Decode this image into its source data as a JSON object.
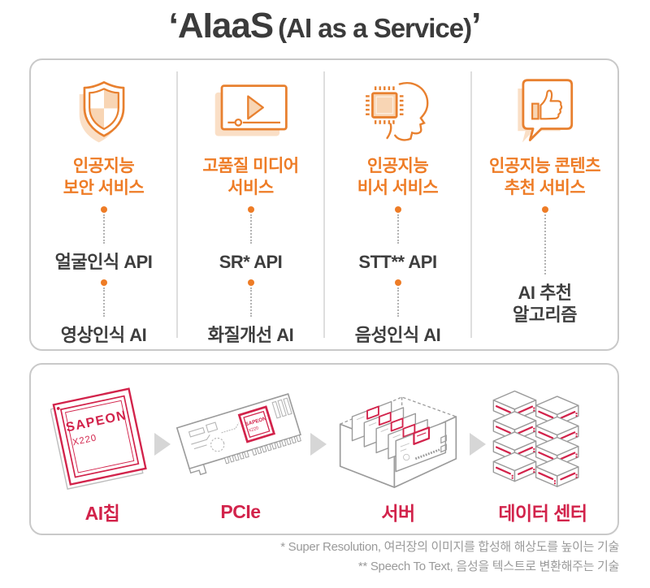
{
  "title": {
    "main": "‘AIaaS",
    "sub": "(AI as a Service)",
    "close": "’"
  },
  "colors": {
    "accent_orange": "#ee7c26",
    "light_orange_fill": "#f8d5b4",
    "shadow_orange": "#fadfc6",
    "accent_red": "#d2234b",
    "text_dark": "#3b3b3b",
    "outline_gray": "#9b9b9b",
    "muted_gray": "#9a9a9a"
  },
  "services": {
    "columns": [
      {
        "icon": "shield-icon",
        "title": "인공지능\n보안 서비스",
        "items": [
          "얼굴인식 API",
          "영상인식 AI"
        ]
      },
      {
        "icon": "video-player-icon",
        "title": "고품질 미디어\n서비스",
        "items": [
          "SR* API",
          "화질개선 AI"
        ]
      },
      {
        "icon": "chip-head-icon",
        "title": "인공지능\n비서 서비스",
        "items": [
          "STT** API",
          "음성인식 AI"
        ]
      },
      {
        "icon": "thumbs-up-bubble-icon",
        "title": "인공지능 콘텐츠\n추천 서비스",
        "items": [
          "AI 추천\n알고리즘"
        ]
      }
    ]
  },
  "pipeline": {
    "chip": {
      "brand": "SAPEON",
      "model": "X220"
    },
    "stages": [
      {
        "label": "AI칩"
      },
      {
        "label": "PCIe"
      },
      {
        "label": "서버"
      },
      {
        "label": "데이터 센터"
      }
    ]
  },
  "footnotes": [
    "* Super Resolution, 여러장의 이미지를 합성해 해상도를 높이는 기술",
    "** Speech To Text, 음성을 텍스트로 변환해주는 기술"
  ]
}
